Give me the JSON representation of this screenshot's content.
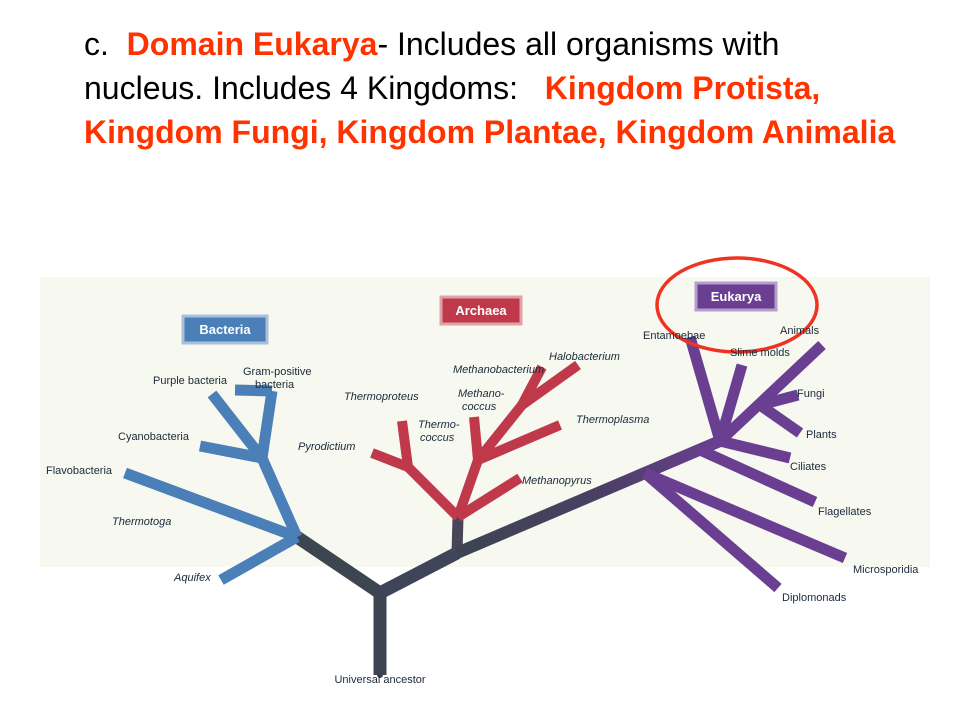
{
  "slide": {
    "heading": {
      "prefix": "c.",
      "domain": "Domain Eukarya",
      "dash": "-",
      "description": "Includes all organisms with nucleus.  Includes 4 Kingdoms:",
      "kingdoms": "Kingdom Protista, Kingdom Fungi, Kingdom Plantae, Kingdom Animalia"
    },
    "colors": {
      "highlight": "#ff3300",
      "bacteria": "#4a7fb8",
      "archaea": "#c0394a",
      "eukarya": "#6a3f92",
      "ancestor": "#3c4550",
      "circle": "#ee3322"
    }
  },
  "tree": {
    "domains": {
      "bacteria": "Bacteria",
      "archaea": "Archaea",
      "eukarya": "Eukarya"
    },
    "root": "Universal ancestor",
    "bacteria_leaves": [
      "Purple bacteria",
      "Gram-positive",
      "bacteria",
      "Cyanobacteria",
      "Flavobacteria",
      "Thermotoga",
      "Aquifex"
    ],
    "archaea_leaves": [
      "Halobacterium",
      "Methanobacterium",
      "Thermoproteus",
      "Methano-",
      "coccus",
      "Thermoplasma",
      "Thermo-",
      "coccus",
      "Pyrodictium",
      "Methanopyrus"
    ],
    "eukarya_leaves": [
      "Entamoebae",
      "Slime molds",
      "Animals",
      "Fungi",
      "Plants",
      "Ciliates",
      "Flagellates",
      "Microsporidia",
      "Diplomonads"
    ]
  }
}
